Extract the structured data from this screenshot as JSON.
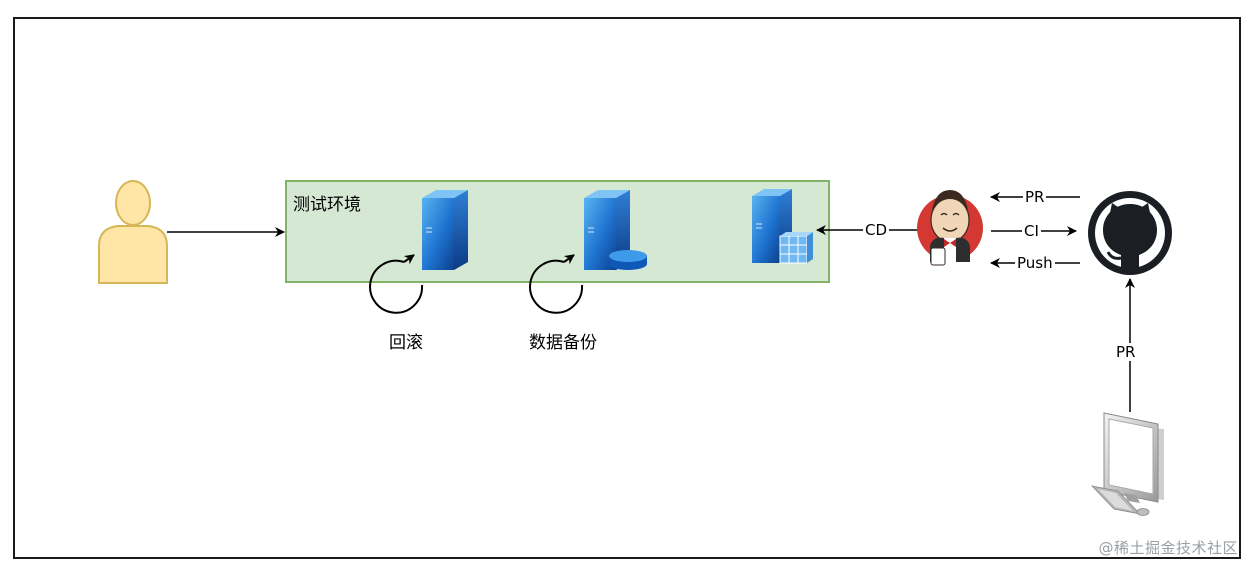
{
  "environment": {
    "label": "测试环境"
  },
  "actions": {
    "rollback": "回滚",
    "backup": "数据备份"
  },
  "edges": {
    "cd": "CD",
    "pr_top": "PR",
    "ci": "CI",
    "push": "Push",
    "pr_vertical": "PR"
  },
  "watermark": "@稀土掘金技术社区",
  "icons": {
    "user": "user-icon",
    "server1": "server-icon",
    "server2": "database-server-icon",
    "server3": "storage-server-icon",
    "jenkins": "jenkins-icon",
    "github": "github-icon",
    "computer": "desktop-computer-icon"
  },
  "colors": {
    "env_fill": "#d5e8d4",
    "env_border": "#82b366",
    "user_fill": "#ffe6a7",
    "user_border": "#d6b656",
    "server_blue": "#1565c0",
    "jenkins_red": "#d33833",
    "github_dark": "#1b1f24"
  }
}
